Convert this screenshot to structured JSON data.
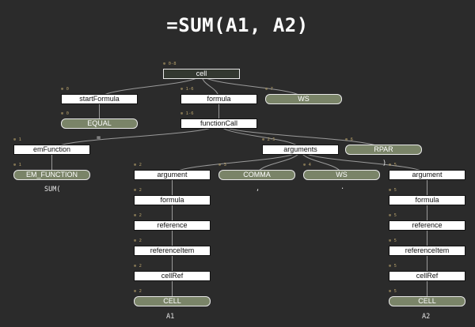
{
  "formula": "=SUM(A1, A2)",
  "nodes": {
    "cell": {
      "label": "cell",
      "range": "0-8"
    },
    "startFormula": {
      "label": "startFormula",
      "range": "0"
    },
    "formula": {
      "label": "formula",
      "range": "1-6"
    },
    "ws7": {
      "label": "WS",
      "range": "7"
    },
    "equal": {
      "label": "EQUAL",
      "range": "0"
    },
    "functionCall": {
      "label": "functionCall",
      "range": "1-6"
    },
    "emFunction": {
      "label": "emFunction",
      "range": "1"
    },
    "arguments": {
      "label": "arguments",
      "range": "2-5"
    },
    "rpar": {
      "label": "RPAR",
      "range": "6"
    },
    "emFunctionTok": {
      "label": "EM_FUNCTION",
      "range": "1"
    },
    "argument1": {
      "label": "argument",
      "range": "2"
    },
    "comma": {
      "label": "COMMA",
      "range": "3"
    },
    "ws4": {
      "label": "WS",
      "range": "4"
    },
    "argument2": {
      "label": "argument",
      "range": "5"
    },
    "formulaA": {
      "label": "formula",
      "range": "2"
    },
    "formulaB": {
      "label": "formula",
      "range": "5"
    },
    "referenceA": {
      "label": "reference",
      "range": "2"
    },
    "referenceB": {
      "label": "reference",
      "range": "5"
    },
    "referenceItemA": {
      "label": "referenceItem",
      "range": "2"
    },
    "referenceItemB": {
      "label": "referenceItem",
      "range": "5"
    },
    "cellRefA": {
      "label": "cellRef",
      "range": "2"
    },
    "cellRefB": {
      "label": "cellRef",
      "range": "5"
    },
    "cellTokA": {
      "label": "CELL",
      "range": "2"
    },
    "cellTokB": {
      "label": "CELL",
      "range": "5"
    }
  },
  "tokens": {
    "equal_text": "=",
    "em_function_text": "SUM(",
    "comma_text": ",",
    "ws_text": ".",
    "rpar_text": ")",
    "cellA_text": "A1",
    "cellB_text": "A2"
  }
}
